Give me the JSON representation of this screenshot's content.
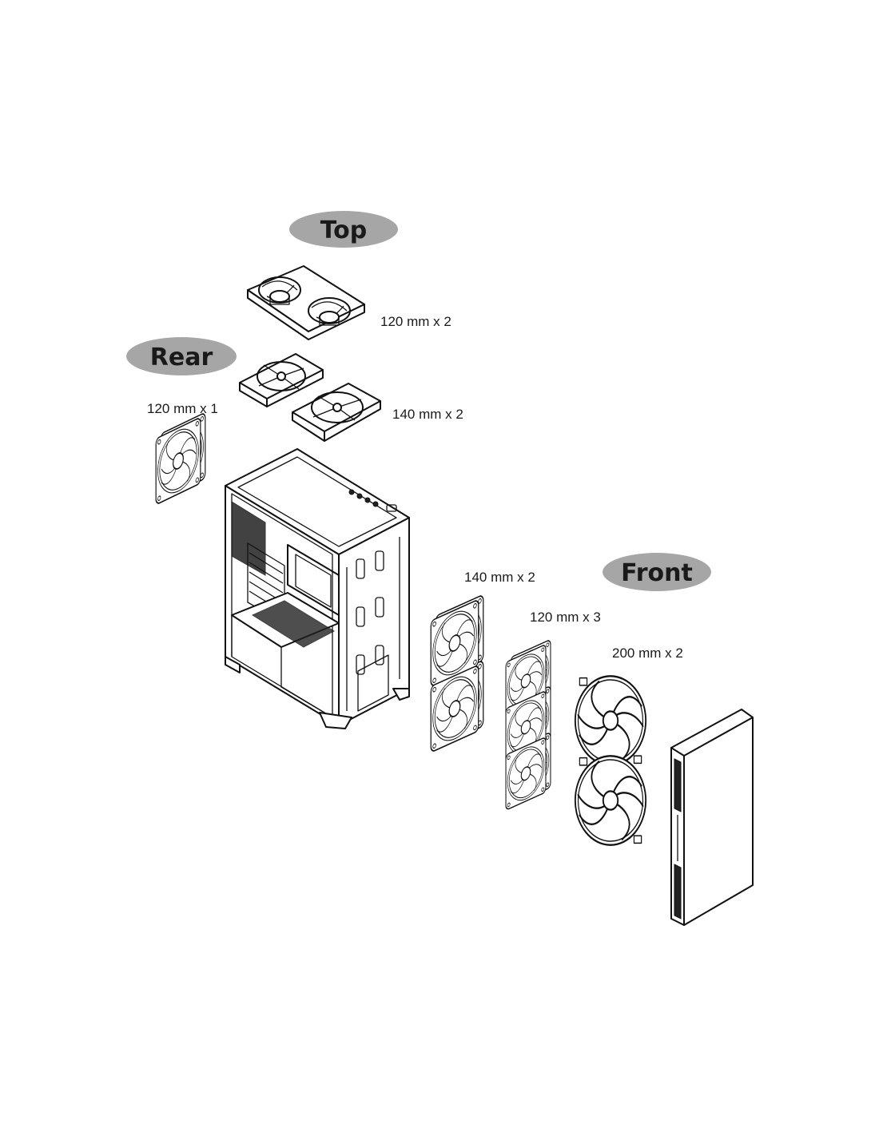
{
  "zones": {
    "top": {
      "label": "Top",
      "specs": [
        "120 mm x 2",
        "140 mm x 2"
      ]
    },
    "rear": {
      "label": "Rear",
      "specs": [
        "120 mm x 1"
      ]
    },
    "front": {
      "label": "Front",
      "specs": [
        "140 mm x 2",
        "120 mm x 3",
        "200 mm x 2"
      ]
    }
  },
  "colors": {
    "badge_fill": "#a6a6a6",
    "line": "#111111",
    "background": "#ffffff"
  },
  "icons": [
    "fan-icon",
    "pc-case-icon",
    "front-panel-icon"
  ]
}
